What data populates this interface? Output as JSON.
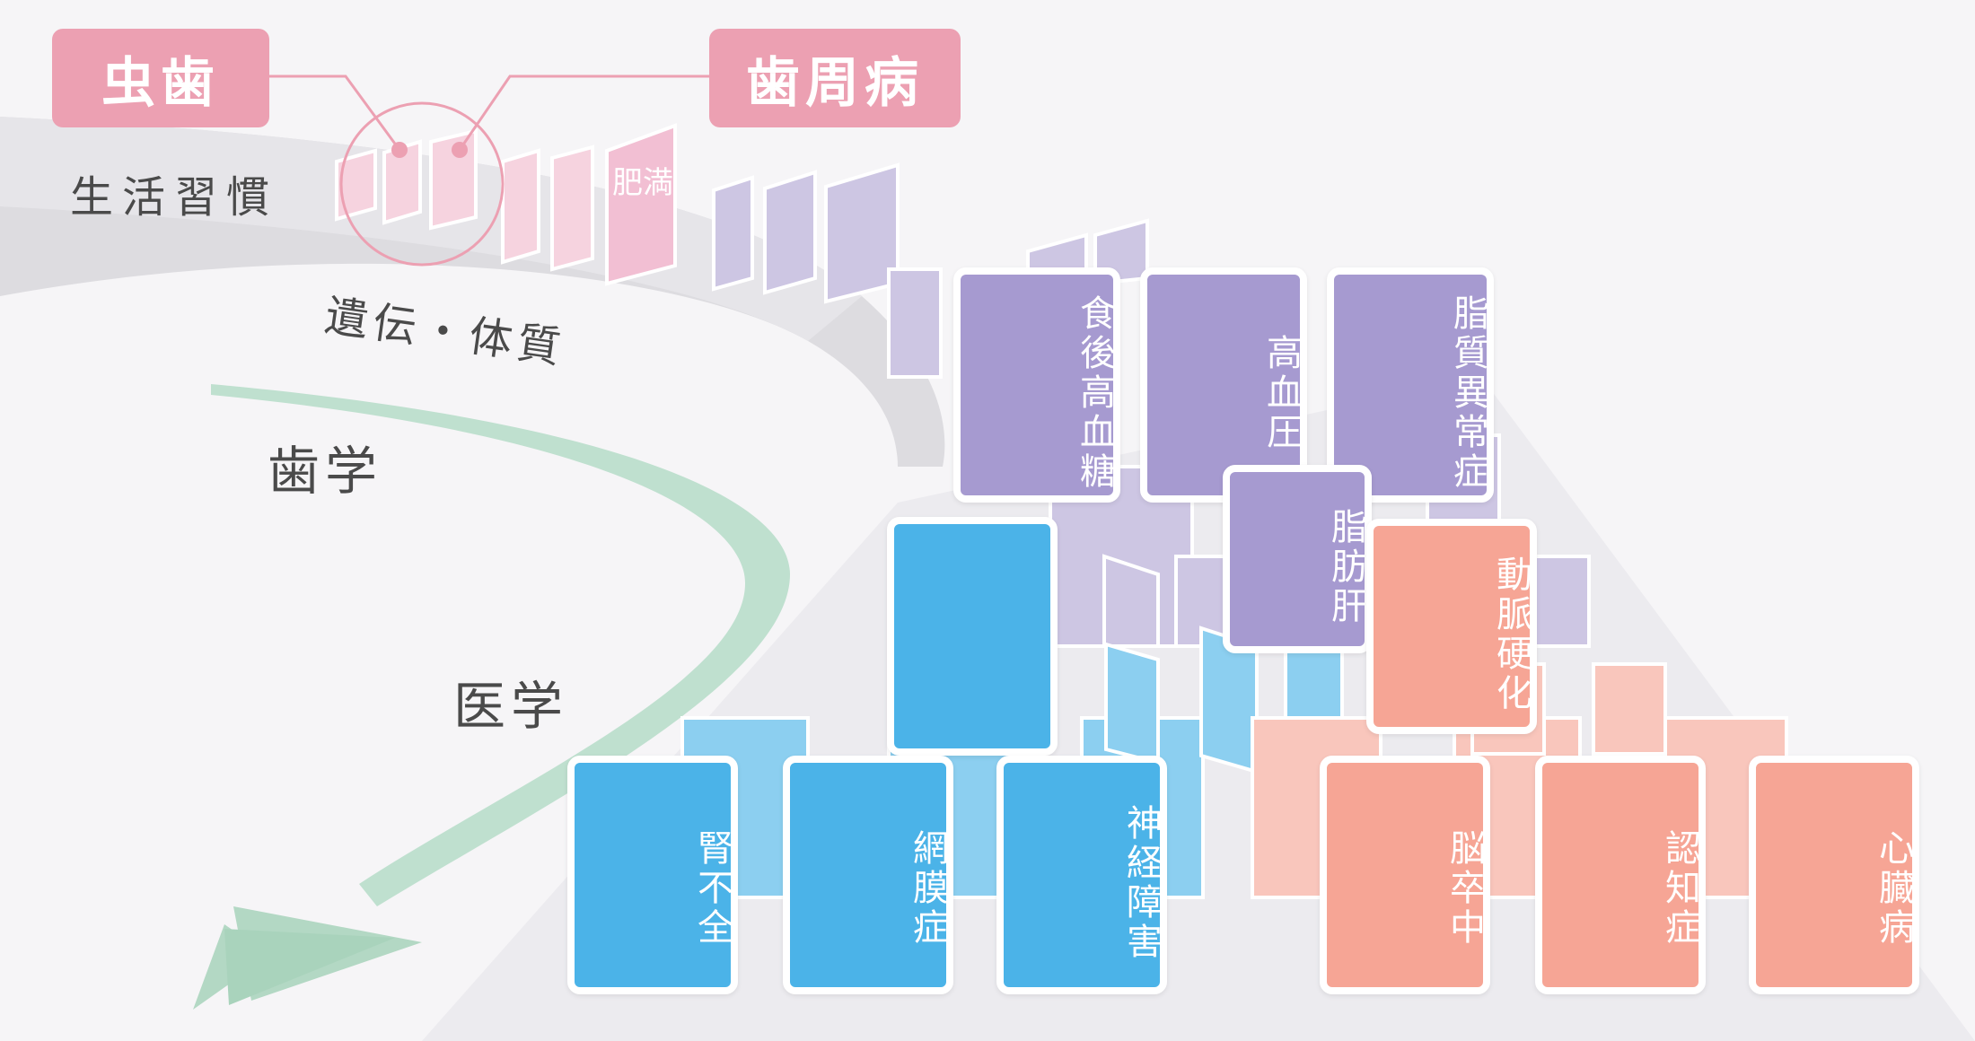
{
  "top_labels": {
    "caries": "虫歯",
    "periodontal": "歯周病"
  },
  "stage_labels": {
    "lifestyle": "生活習慣",
    "heredity": "遺伝・体質",
    "dentistry": "歯学",
    "medicine": "医学"
  },
  "diseases": {
    "obesity": "肥満",
    "postprandial_hyperglycemia": "食後高血糖",
    "hypertension": "高血圧",
    "dyslipidemia": "脂質異常症",
    "fatty_liver": "脂肪肝",
    "arteriosclerosis": "動脈硬化",
    "renal_failure": "腎不全",
    "retinopathy": "網膜症",
    "neuropathy": "神経障害",
    "stroke": "脳卒中",
    "dementia": "認知症",
    "heart_disease": "心臓病"
  },
  "colors": {
    "pink": "#eca0b2",
    "purple": "#a69ad0",
    "blue": "#4bb3e8",
    "salmon": "#f6a595",
    "green_arrow": "#b9dcc9",
    "gray_band": "#d9d8dc"
  }
}
